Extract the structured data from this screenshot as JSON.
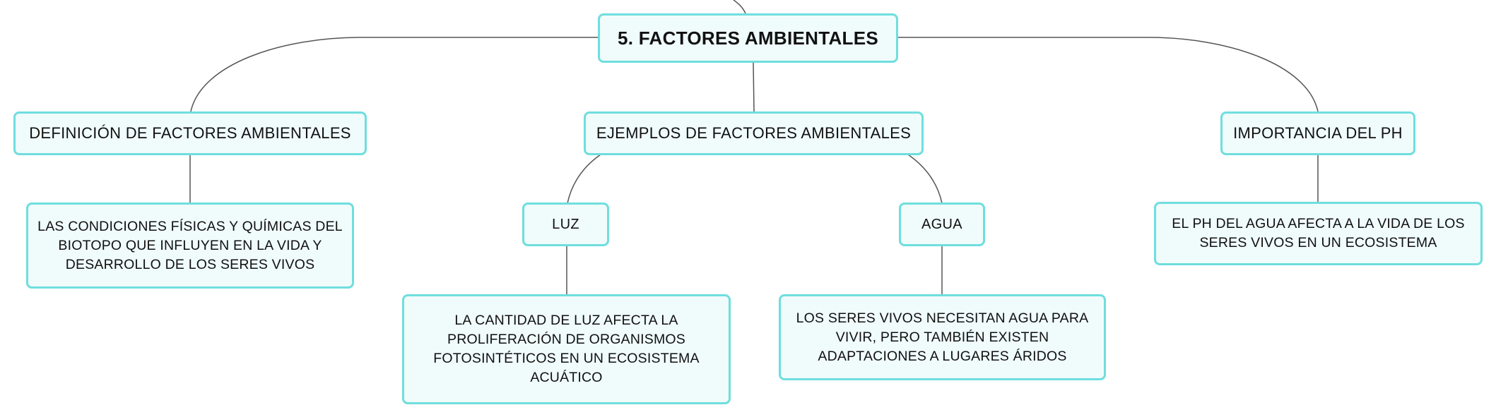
{
  "root": {
    "label": "5. FACTORES AMBIENTALES"
  },
  "branches": [
    {
      "label": "DEFINICIÓN DE FACTORES AMBIENTALES",
      "detail": "LAS CONDICIONES FÍSICAS Y QUÍMICAS DEL BIOTOPO QUE INFLUYEN EN LA VIDA Y DESARROLLO DE LOS SERES VIVOS"
    },
    {
      "label": "EJEMPLOS DE FACTORES AMBIENTALES",
      "children": [
        {
          "label": "LUZ",
          "detail": "LA CANTIDAD DE LUZ AFECTA LA PROLIFERACIÓN DE ORGANISMOS FOTOSINTÉTICOS EN UN ECOSISTEMA ACUÁTICO"
        },
        {
          "label": "AGUA",
          "detail": "LOS SERES VIVOS NECESITAN AGUA PARA VIVIR, PERO TAMBIÉN EXISTEN ADAPTACIONES A LUGARES ÁRIDOS"
        }
      ]
    },
    {
      "label": "IMPORTANCIA DEL PH",
      "detail": "EL PH DEL AGUA AFECTA A LA VIDA DE LOS SERES VIVOS EN UN ECOSISTEMA"
    }
  ],
  "colors": {
    "node_border": "#6fdede",
    "node_fill": "#f0fbfb",
    "connector": "#555555"
  }
}
